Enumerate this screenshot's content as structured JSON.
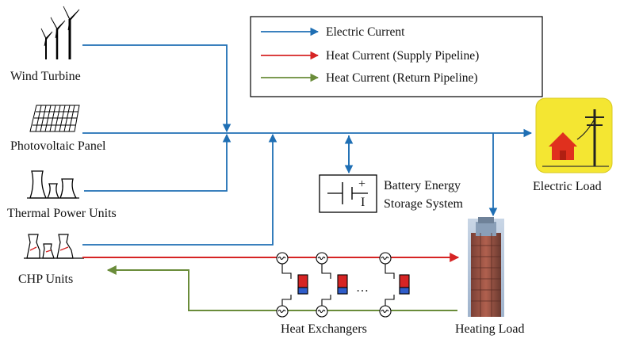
{
  "legend": {
    "electric": "Electric Current",
    "heat_supply": "Heat Current (Supply Pipeline)",
    "heat_return": "Heat Current (Return Pipeline)"
  },
  "sources": {
    "wind": "Wind Turbine",
    "pv": "Photovoltaic Panel",
    "thermal": "Thermal Power  Units",
    "chp": "CHP Units"
  },
  "battery": {
    "line1": "Battery Energy",
    "line2": "Storage System",
    "plus": "+",
    "minus": "I"
  },
  "loads": {
    "electric": "Electric Load",
    "heating": "Heating Load"
  },
  "heat_exchangers": {
    "label": "Heat Exchangers",
    "ellipsis": "…"
  },
  "colors": {
    "electric": "#1f6fb4",
    "heat_supply": "#d62424",
    "heat_return": "#6a8c3a"
  }
}
